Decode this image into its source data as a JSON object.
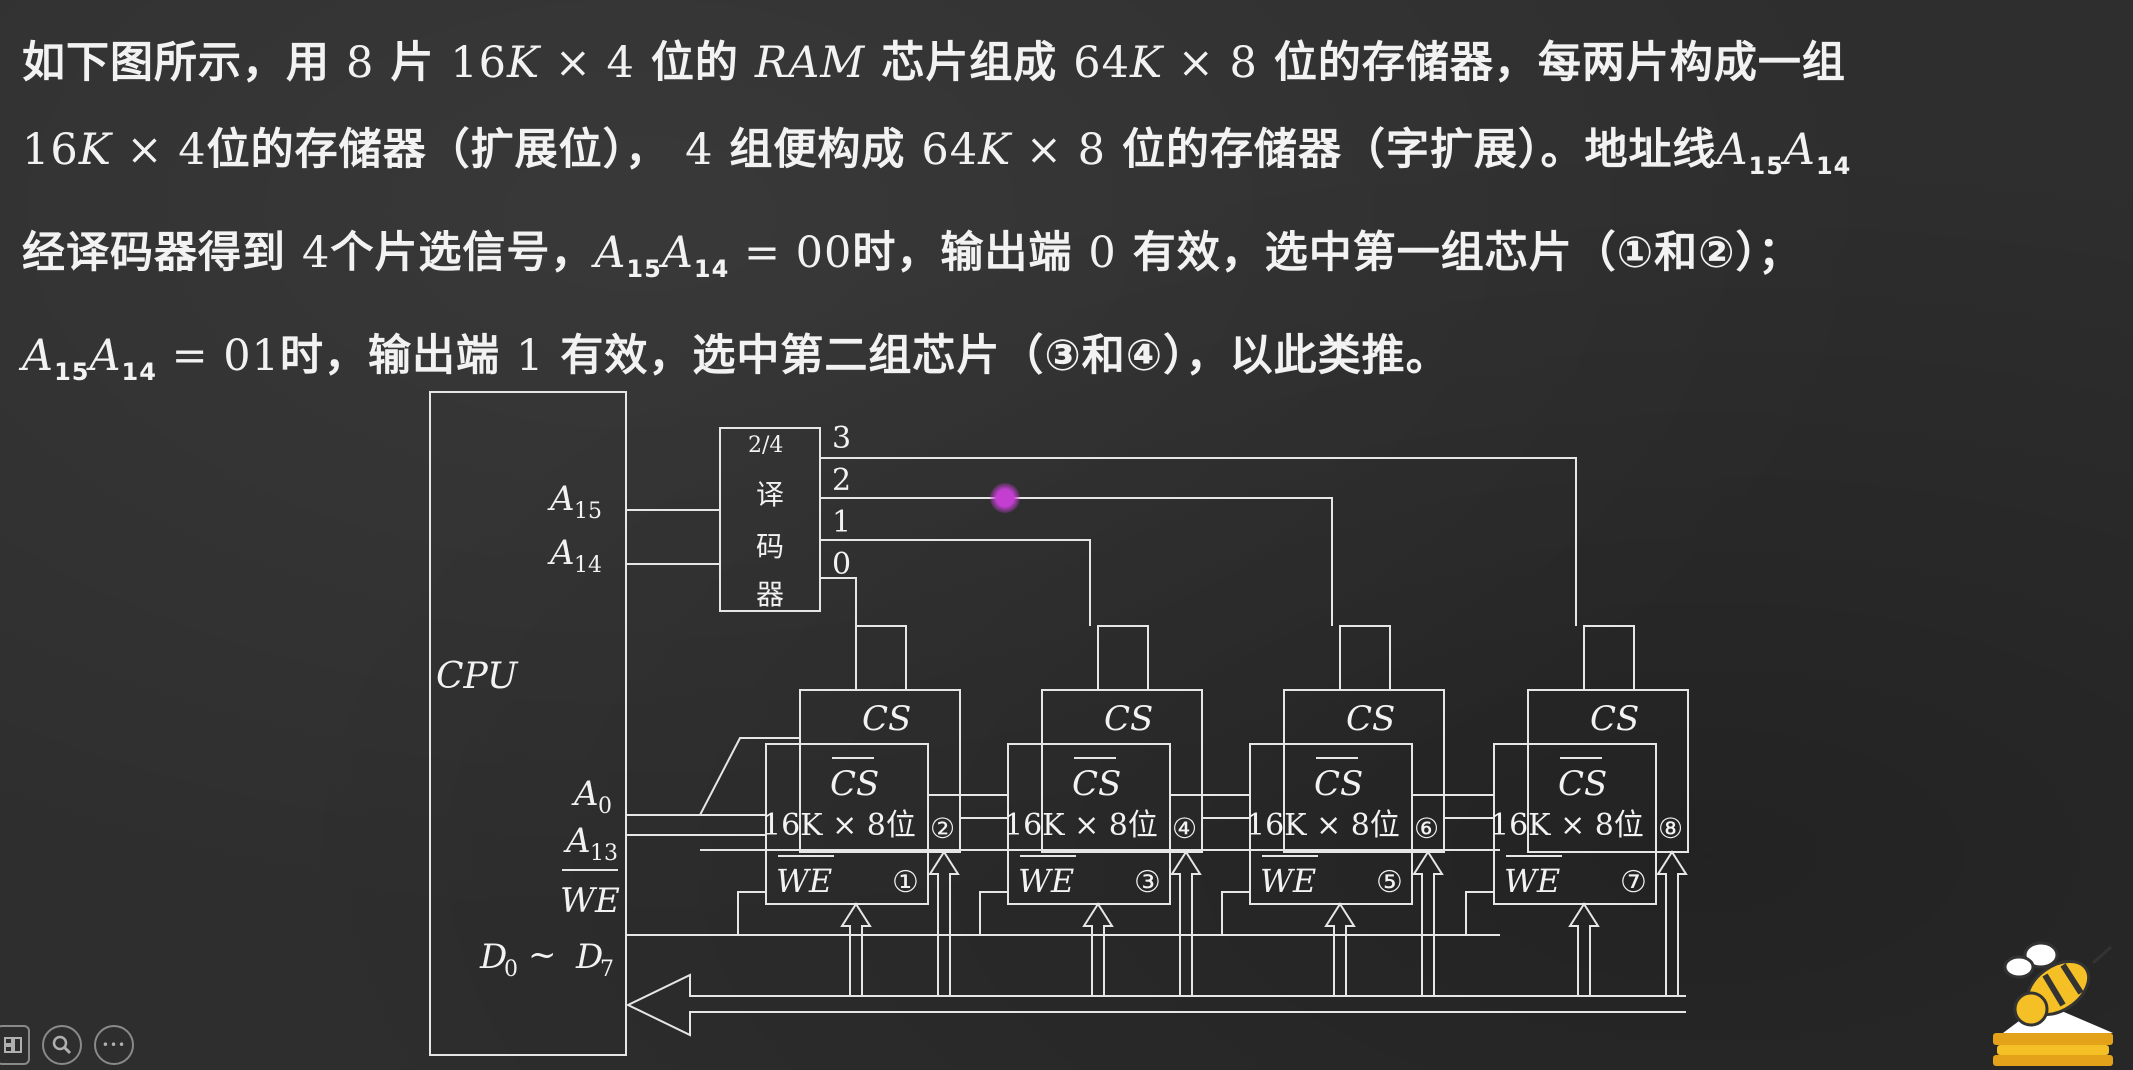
{
  "paragraph": {
    "line1": {
      "t1": "如下图所示，用",
      "n1": "8",
      "t2": "片",
      "n2": "16",
      "v1": "K",
      "n3": " × 4",
      "t3": "位的",
      "v2": "RAM",
      "t4": "芯片组成",
      "n4": "64",
      "v3": "K",
      "n5": " × 8",
      "t5": "位的存储器，每两片构成一组"
    },
    "line2": {
      "n1": "16",
      "v1": "K",
      "n2": " × 4",
      "t1": "位的存储器（扩展位），",
      "n3": "4",
      "t2": "组便构成",
      "n4": "64",
      "v2": "K",
      "n5": " × 8",
      "t3": "位的存储器（字扩展）。地址线",
      "a1": "A",
      "s1": "15",
      "a2": "A",
      "s2": "14"
    },
    "line3": {
      "t1": "经译码器得到",
      "n1": "4",
      "t2": "个片选信号，",
      "a1": "A",
      "s1": "15",
      "a2": "A",
      "s2": "14",
      "n2": " = 00",
      "t3": "时，输出端",
      "n3": "0",
      "t4": "有效，选中第一组芯片（①和②）；"
    },
    "line4": {
      "a1": "A",
      "s1": "15",
      "a2": "A",
      "s2": "14",
      "n1": " = 01",
      "t1": "时，输出端",
      "n2": "1",
      "t2": "有效，选中第二组芯片（③和④），以此类推。"
    }
  },
  "diagram": {
    "cpu_label": "CPU",
    "a15_base": "A",
    "a15_sub": "15",
    "a14_base": "A",
    "a14_sub": "14",
    "a0_base": "A",
    "a0_sub": "0",
    "a13_base": "A",
    "a13_sub": "13",
    "we_label": "WE",
    "d_label_1": "D",
    "d_sub_1": "0",
    "d_tilde": "~",
    "d_label_2": "D",
    "d_sub_2": "7",
    "decoder_title": "2/4",
    "decoder_chars": [
      "译",
      "码",
      "器"
    ],
    "decoder_outputs": [
      "3",
      "2",
      "1",
      "0"
    ],
    "cs_label": "CS",
    "chip_capacity": "16K × 8位",
    "chip_we": "WE",
    "front_chip_numbers": [
      "①",
      "③",
      "⑤",
      "⑦"
    ],
    "back_chip_numbers": [
      "②",
      "④",
      "⑥",
      "⑧"
    ]
  },
  "toolbar": {
    "buttons": [
      "slides-icon",
      "zoom-icon",
      "more-icon"
    ],
    "more_glyph": "•••"
  },
  "colors": {
    "background": "#2e2e2e",
    "chalk": "#f2f2f2",
    "pointer": "#c43fd1",
    "logo_yellow": "#f5c025"
  }
}
